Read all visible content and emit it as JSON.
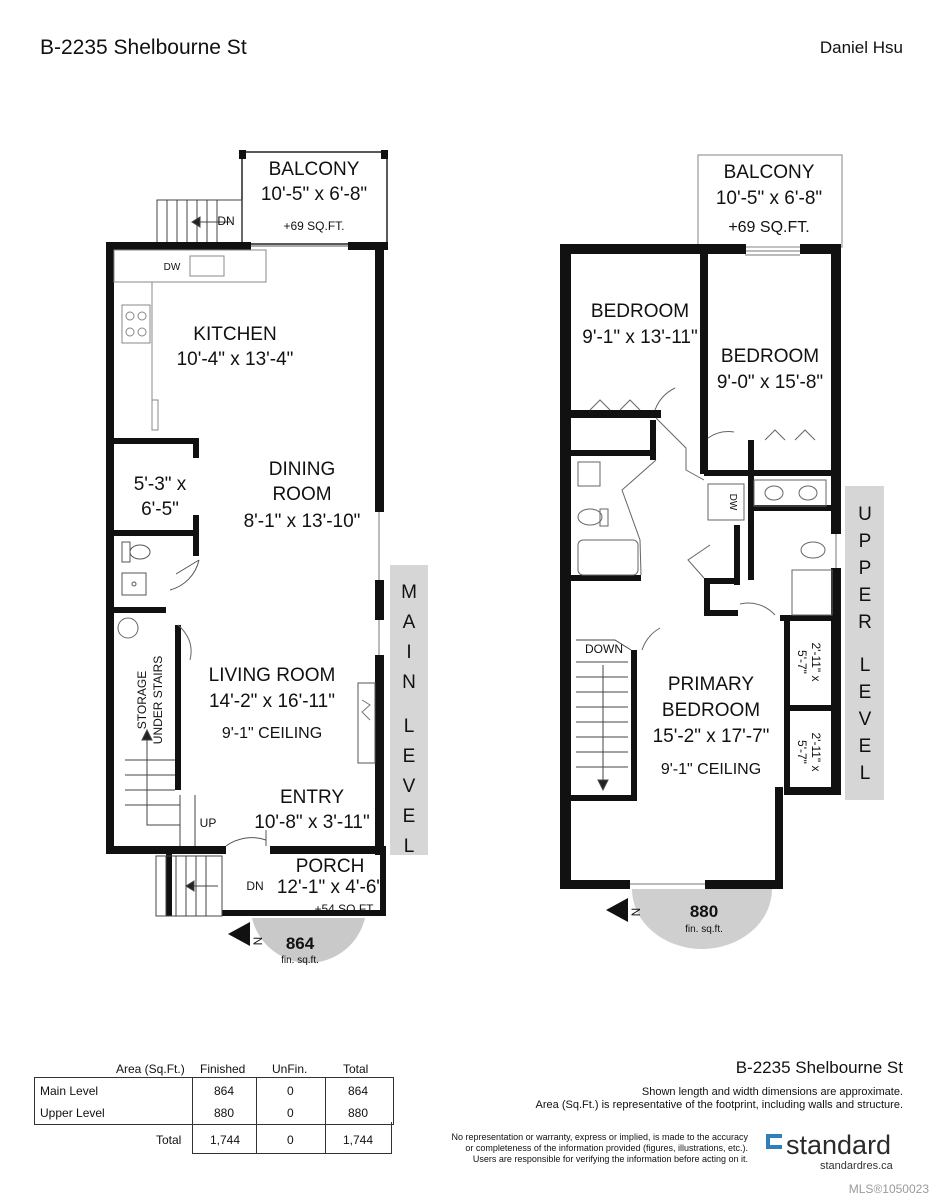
{
  "header": {
    "title": "B-2235 Shelbourne St",
    "agent": "Daniel Hsu"
  },
  "main_level": {
    "balcony": {
      "name": "BALCONY",
      "dims": "10'-5\" x 6'-8\"",
      "area": "+69 SQ.FT."
    },
    "dn_top": "DN",
    "dw": "DW",
    "kitchen": {
      "name": "KITCHEN",
      "dims": "10'-4\" x 13'-4\""
    },
    "closet": {
      "line1": "5'-3\" x",
      "line2": "6'-5\""
    },
    "dining": {
      "line1": "DINING",
      "line2": "ROOM",
      "dims": "8'-1\" x 13'-10\""
    },
    "storage": {
      "line1": "STORAGE",
      "line2": "UNDER STAIRS"
    },
    "living": {
      "name": "LIVING ROOM",
      "dims": "14'-2\" x 16'-11\"",
      "ceiling": "9'-1\" CEILING"
    },
    "entry": {
      "name": "ENTRY",
      "dims": "10'-8\" x 3'-11\""
    },
    "up": "UP",
    "porch": {
      "name": "PORCH",
      "dims": "12'-1\" x 4'-6\"",
      "area": "+54 SQ.FT."
    },
    "dn_porch": "DN",
    "level_label": [
      "M",
      "A",
      "I",
      "N",
      "L",
      "E",
      "V",
      "E",
      "L"
    ],
    "compass": "N",
    "sqft": "864",
    "sqft_unit": "fin. sq.ft."
  },
  "upper_level": {
    "balcony": {
      "name": "BALCONY",
      "dims": "10'-5\" x 6'-8\"",
      "area": "+69 SQ.FT."
    },
    "bedroom1": {
      "name": "BEDROOM",
      "dims": "9'-1\" x 13'-11\""
    },
    "bedroom2": {
      "name": "BEDROOM",
      "dims": "9'-0\" x 15'-8\""
    },
    "dw": "DW",
    "down": "DOWN",
    "primary": {
      "line1": "PRIMARY",
      "line2": "BEDROOM",
      "dims": "15'-2\" x 17'-7\"",
      "ceiling": "9'-1\" CEILING"
    },
    "closet_a": {
      "line1": "2'-11\" x",
      "line2": "5'-7\""
    },
    "closet_b": {
      "line1": "2'-11\" x",
      "line2": "5'-7\""
    },
    "level_label": [
      "U",
      "P",
      "P",
      "E",
      "R",
      "L",
      "E",
      "V",
      "E",
      "L"
    ],
    "compass": "N",
    "sqft": "880",
    "sqft_unit": "fin. sq.ft."
  },
  "area_table": {
    "headers": [
      "Area (Sq.Ft.)",
      "Finished",
      "UnFin.",
      "Total"
    ],
    "rows": [
      [
        "Main Level",
        "864",
        "0",
        "864"
      ],
      [
        "Upper Level",
        "880",
        "0",
        "880"
      ]
    ],
    "total_row": [
      "Total",
      "1,744",
      "0",
      "1,744"
    ]
  },
  "footer": {
    "address": "B-2235 Shelbourne St",
    "note1": "Shown length and width dimensions are approximate.",
    "note2": "Area (Sq.Ft.) is representative of the footprint, including walls and structure.",
    "disclaimer1": "No representation or warranty, express or implied, is made to the accuracy",
    "disclaimer2": "or completeness of the information provided (figures, illustrations, etc.).",
    "disclaimer3": "Users are responsible for verifying the information before acting on it.",
    "logo_word": "standard",
    "logo_sub": "standardres.ca",
    "mls": "MLS®1050023"
  }
}
